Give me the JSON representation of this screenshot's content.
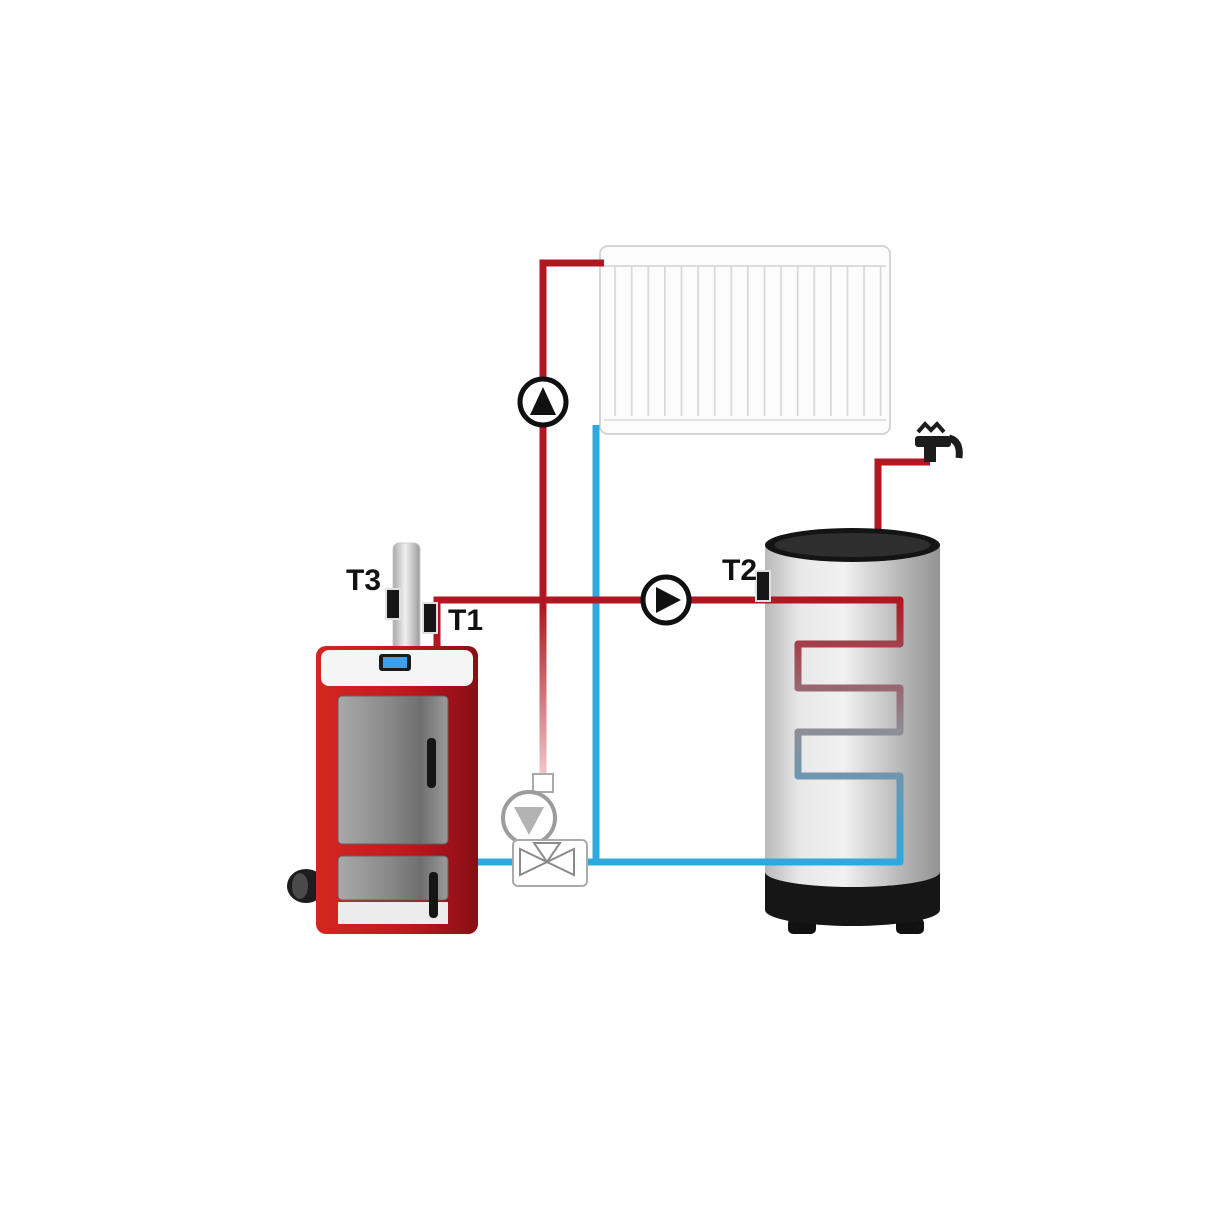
{
  "diagram": {
    "title": "boiler-heating-system-schematic",
    "sensors": {
      "t1": "T1",
      "t2": "T2",
      "t3": "T3"
    },
    "colors": {
      "hot": "#b01722",
      "hot_faded_end": "#f2cfcf",
      "cold": "#2fa8df",
      "boiler_red": "#c4171e",
      "pump_dark": "#101010",
      "pump_gray": "#b3b3b3",
      "tank_dark": "#161616"
    },
    "components": {
      "boiler": "solid-fuel-boiler",
      "radiator": "panel-radiator",
      "tank": "hot-water-storage-tank",
      "pump_radiator": "circulation-pump-up",
      "pump_tank": "circulation-pump-right",
      "pump_mixing": "mixing-pump",
      "valve": "three-way-mixing-valve",
      "faucet": "hot-water-tap"
    }
  }
}
